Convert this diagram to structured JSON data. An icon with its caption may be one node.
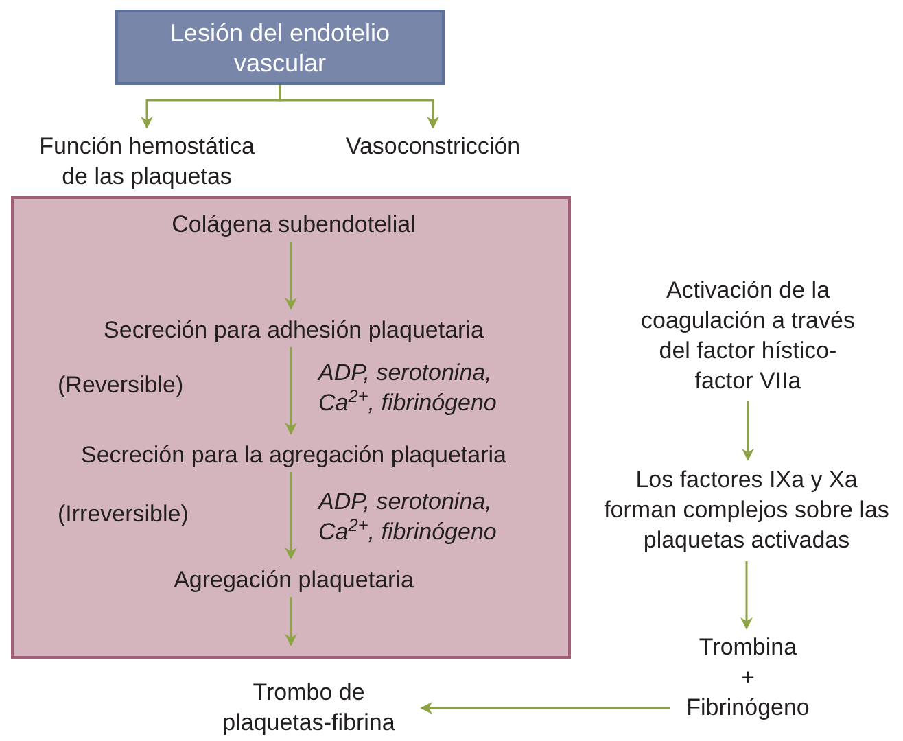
{
  "diagram": {
    "nodes": [
      {
        "text": [
          "Lesión del endotelio vascular"
        ]
      },
      {
        "text": [
          "Función hemostática de las plaquetas"
        ]
      },
      {
        "text": [
          "Vasoconstricción"
        ]
      },
      {
        "text": [],
        "shape": "box"
      },
      {
        "text": [
          "Colágena subendotelial"
        ],
        "in": 3
      },
      {
        "text": [
          "Secreción para adhesión plaquetaria"
        ],
        "in": 3
      },
      {
        "text": [
          "Secreción para la agregación plaquetaria"
        ],
        "in": 3
      },
      {
        "text": [
          "Agregación plaquetaria"
        ],
        "in": 3
      },
      {
        "text": [
          "Activación de la coagulación a través del factor hístico-factor VIIa"
        ]
      },
      {
        "text": [
          "Los factores IXa y Xa forman complejos sobre las plaquetas activadas"
        ]
      },
      {
        "text": [
          "Trombina",
          "+",
          "Fibrinógeno"
        ]
      },
      {
        "text": [
          "Trombo de plaquetas-fibrina"
        ]
      }
    ],
    "edges": [
      {
        "from": 0,
        "to": 1,
        "arrow": "to"
      },
      {
        "from": 0,
        "to": 2,
        "arrow": "to"
      },
      {
        "from": 4,
        "to": 5,
        "arrow": "to"
      },
      {
        "from": 5,
        "to": 6,
        "arrow": "to"
      },
      {
        "from": 6,
        "to": 7,
        "arrow": "to"
      },
      {
        "from": 7,
        "to": null,
        "arrow": "to"
      },
      {
        "from": 8,
        "to": 9,
        "arrow": "to"
      },
      {
        "from": 9,
        "to": 10,
        "arrow": "to"
      },
      {
        "from": 10,
        "to": 11,
        "arrow": "to"
      }
    ],
    "labels": [
      "(Reversible)",
      "ADP, serotonina, Ca$^{2+}$, fibrinógeno",
      "(Irreversible)",
      "ADP, serotonina, Ca$^{2+}$, fibrinógeno"
    ]
  }
}
